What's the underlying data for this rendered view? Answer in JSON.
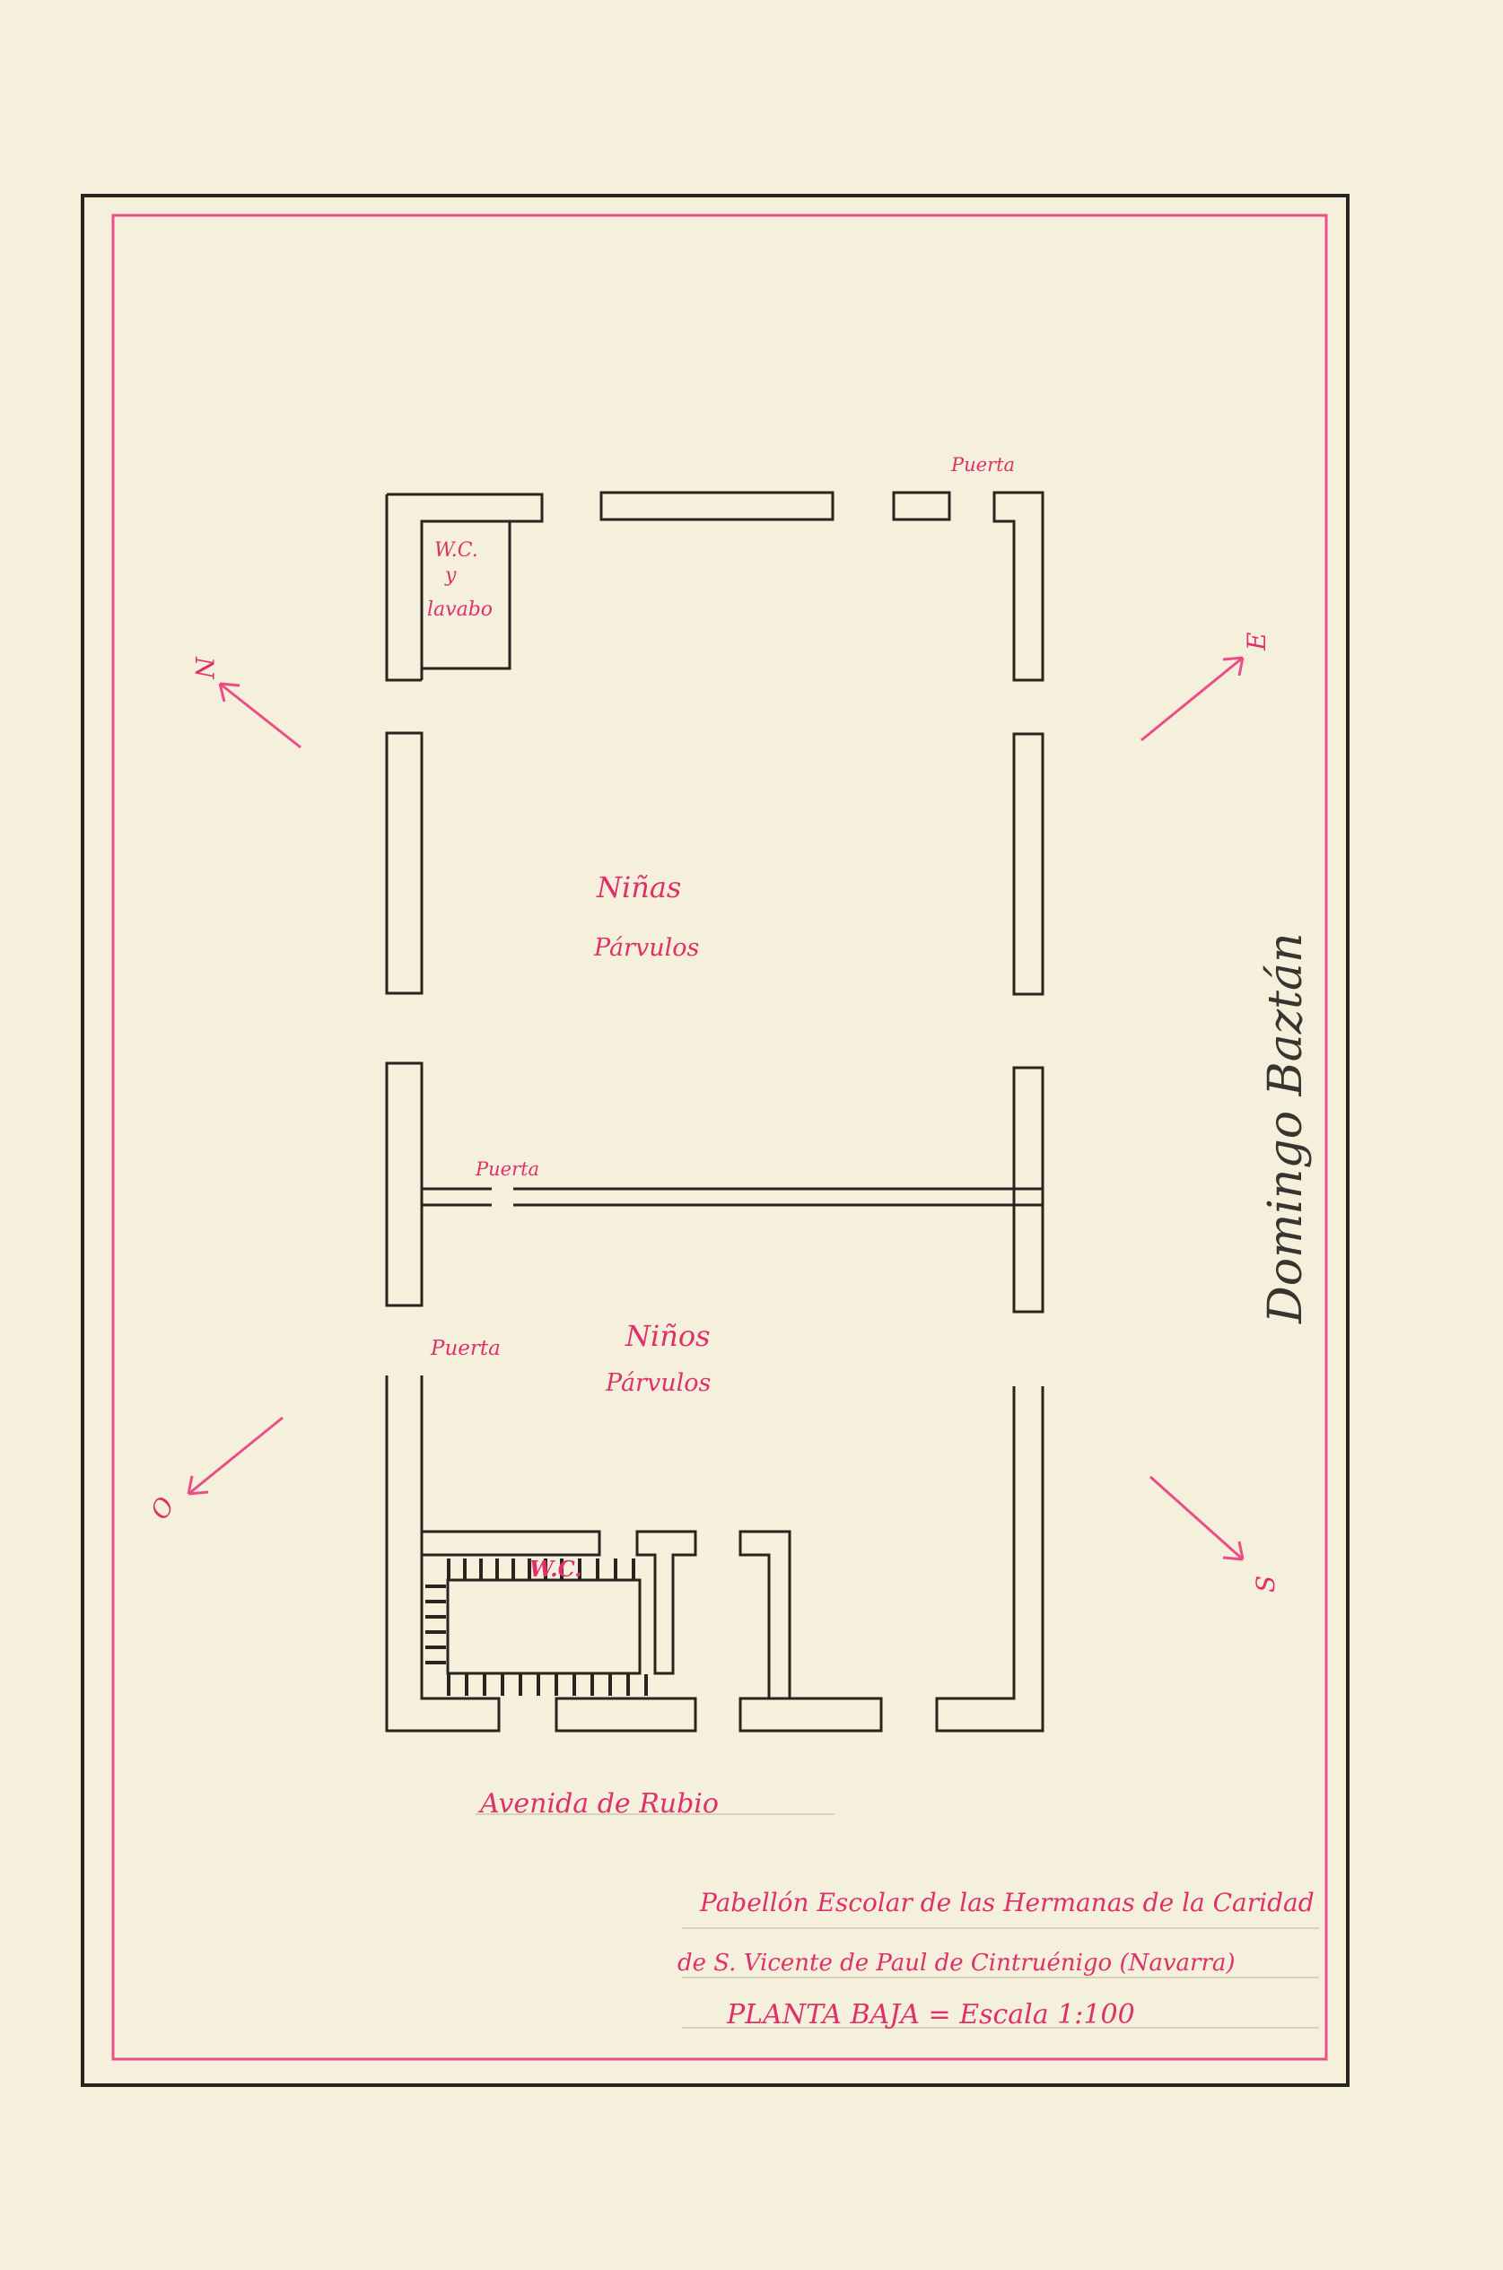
{
  "rooms": {
    "wc_top": [
      "W.C.",
      "y",
      "lavabo"
    ],
    "upper_room": [
      "Niñas",
      "Párvulos"
    ],
    "lower_room": [
      "Niños",
      "Párvulos"
    ],
    "wc_bottom": "W.C."
  },
  "doors": {
    "top": "Puerta",
    "middle": "Puerta",
    "left": "Puerta"
  },
  "compass": {
    "north": "N",
    "east": "E",
    "west": "O",
    "south": "S"
  },
  "street": "Avenida de Rubio",
  "title_block": {
    "line1": "Pabellón Escolar de las Hermanas de la Caridad",
    "line2": "de S. Vicente de Paul de Cintruénigo (Navarra)",
    "line3": "PLANTA BAJA = Escala 1:100"
  },
  "signature": "Domingo Baztán",
  "colors": {
    "paper": "#f5f0dc",
    "ink": "#2a2420",
    "pink": "#e0306a"
  }
}
